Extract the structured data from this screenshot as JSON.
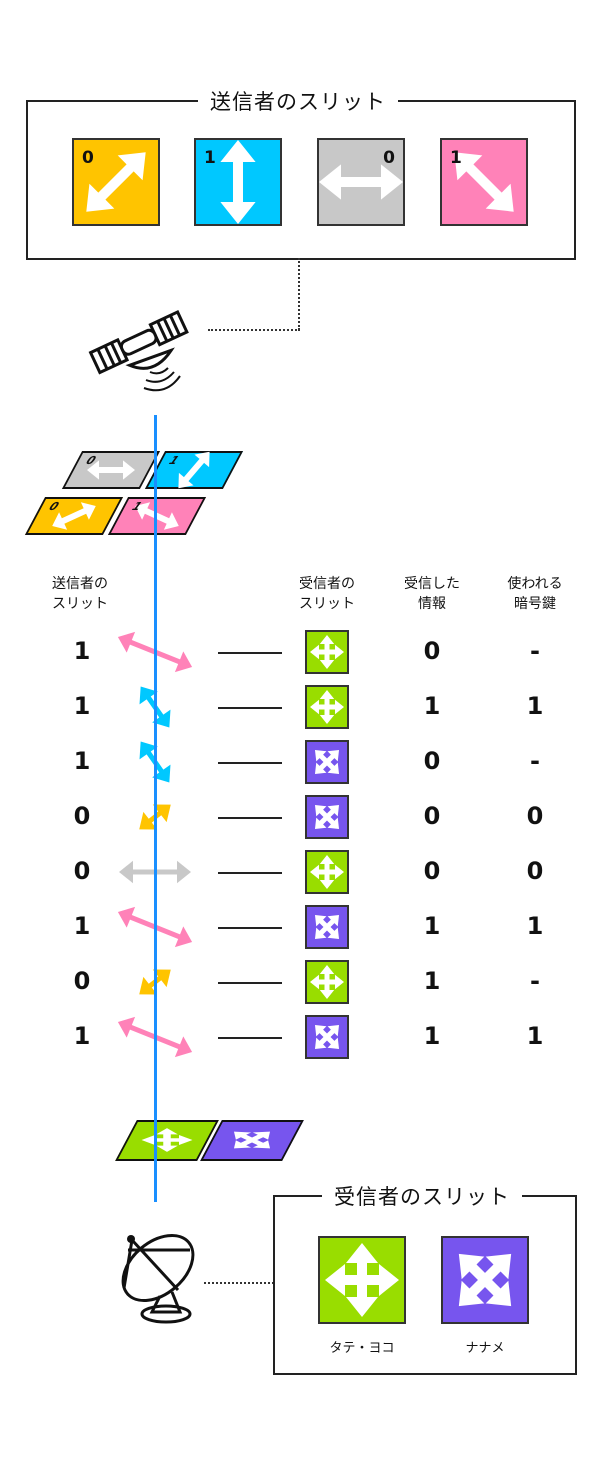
{
  "colors": {
    "yellow": "#ffc400",
    "cyan": "#00c8ff",
    "gray": "#c8c8c8",
    "pink": "#ff82b8",
    "green": "#99dd00",
    "purple": "#7755ee",
    "beam": "#1a8fff"
  },
  "sender": {
    "title": "送信者のスリット",
    "slits": [
      {
        "bit": "0",
        "color": "yellow",
        "angle": 45
      },
      {
        "bit": "1",
        "color": "cyan",
        "angle": 90
      },
      {
        "bit": "0",
        "color": "gray",
        "angle": 0
      },
      {
        "bit": "1",
        "color": "pink",
        "angle": -45
      }
    ]
  },
  "table": {
    "headers": {
      "sender": [
        "送信者の",
        "スリット"
      ],
      "receiver": [
        "受信者の",
        "スリット"
      ],
      "received": [
        "受信した",
        "情報"
      ],
      "key": [
        "使われる",
        "暗号鍵"
      ]
    },
    "rows": [
      {
        "bit": "1",
        "color": "pink",
        "receiver": "cross",
        "received": "0",
        "key": "-"
      },
      {
        "bit": "1",
        "color": "cyan",
        "receiver": "cross",
        "received": "1",
        "key": "1"
      },
      {
        "bit": "1",
        "color": "cyan",
        "receiver": "x",
        "received": "0",
        "key": "-"
      },
      {
        "bit": "0",
        "color": "yellow",
        "receiver": "x",
        "received": "0",
        "key": "0"
      },
      {
        "bit": "0",
        "color": "gray",
        "receiver": "cross",
        "received": "0",
        "key": "0"
      },
      {
        "bit": "1",
        "color": "pink",
        "receiver": "x",
        "received": "1",
        "key": "1"
      },
      {
        "bit": "0",
        "color": "yellow",
        "receiver": "cross",
        "received": "1",
        "key": "-"
      },
      {
        "bit": "1",
        "color": "pink",
        "receiver": "x",
        "received": "1",
        "key": "1"
      }
    ]
  },
  "receiver": {
    "title": "受信者のスリット",
    "slits": [
      {
        "label": "タテ・ヨコ",
        "type": "cross"
      },
      {
        "label": "ナナメ",
        "type": "x"
      }
    ]
  }
}
